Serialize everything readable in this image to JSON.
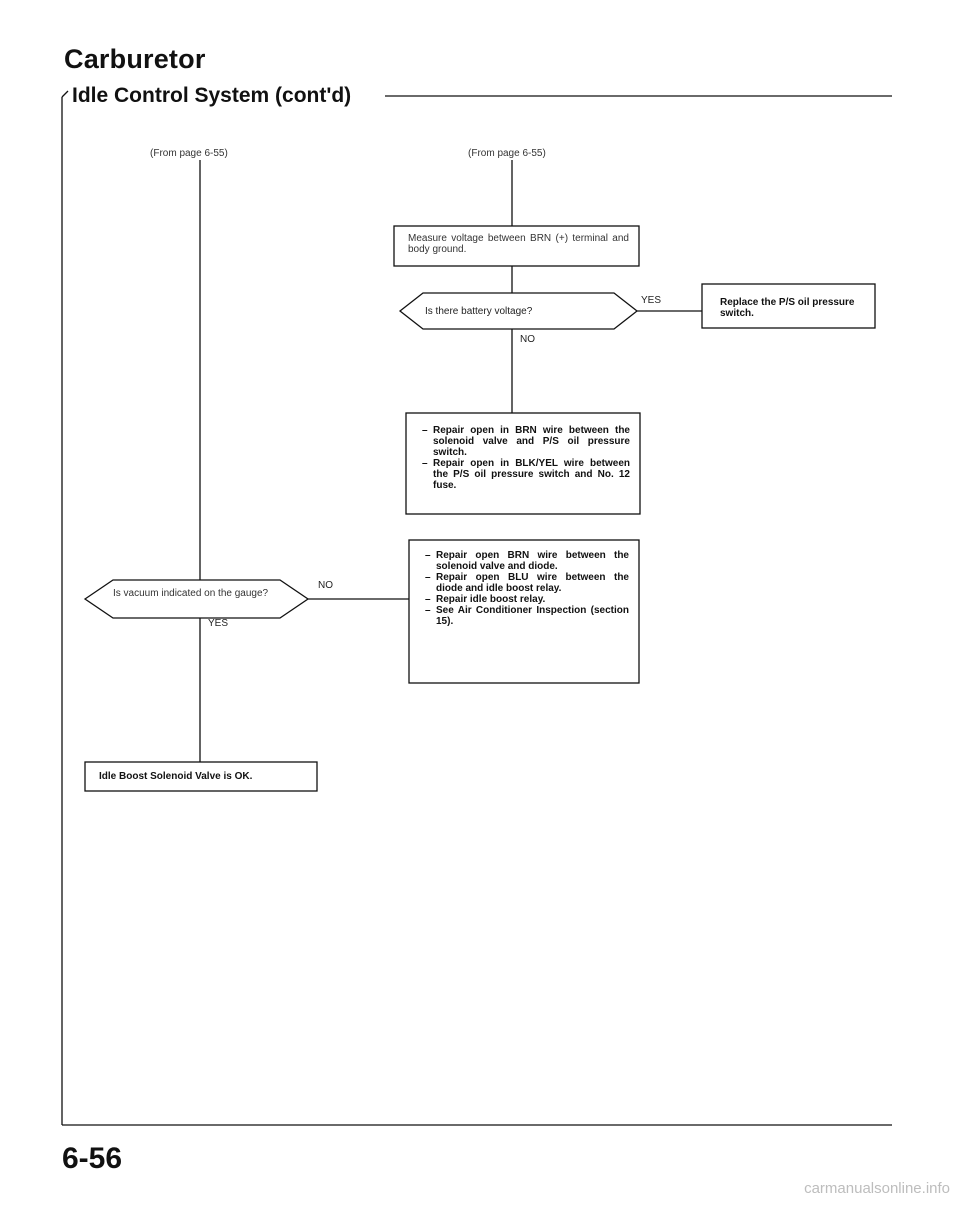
{
  "header": {
    "title": "Carburetor",
    "subtitle": "Idle Control System (cont'd)"
  },
  "flow": {
    "left_from": "(From page 6-55)",
    "right_from": "(From page 6-55)",
    "measure": "Measure voltage between BRN (+) terminal and body ground.",
    "battery_question": "Is there battery voltage?",
    "yes_label": "YES",
    "no_label": "NO",
    "replace": "Replace the P/S oil pressure switch.",
    "repair1": [
      "Repair open in BRN wire between the solenoid valve and P/S oil pressure switch.",
      "Repair open in BLK/YEL wire between the P/S oil pressure switch and No. 12 fuse."
    ],
    "repair2": [
      "Repair open BRN wire between the solenoid valve and diode.",
      "Repair open BLU wire between the diode and idle boost relay.",
      "Repair idle boost relay.",
      "See Air Conditioner Inspection (section 15)."
    ],
    "vacuum_question": "Is vacuum indicated on the gauge?",
    "vacuum_no_label": "NO",
    "vacuum_yes_label": "YES",
    "result_ok": "Idle Boost Solenoid Valve is OK."
  },
  "footer": {
    "page_number": "6-56",
    "watermark": "carmanualsonline.info"
  },
  "colors": {
    "ink": "#111111",
    "watermark": "#bdbdbd"
  }
}
